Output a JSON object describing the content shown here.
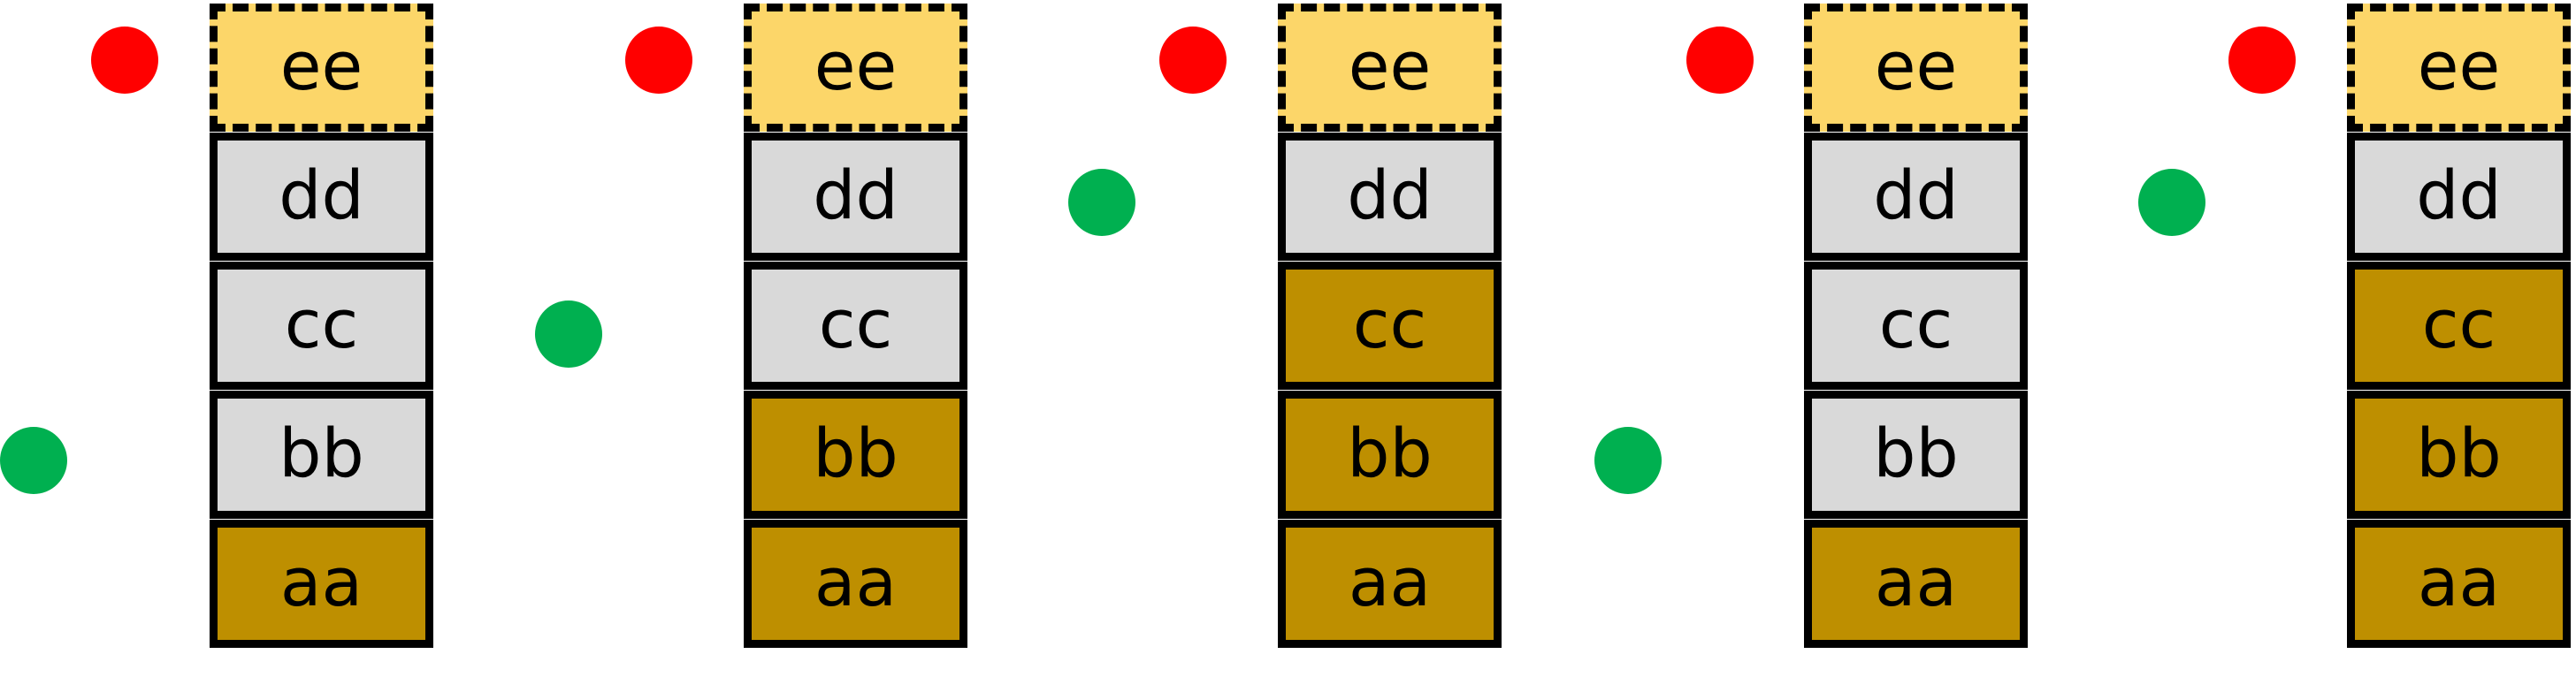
{
  "colors": {
    "top": "#fcd669",
    "active": "#be8f00",
    "inactive": "#d9d9d9",
    "red_dot": "#ff0000",
    "green_dot": "#00b050",
    "border": "#000000"
  },
  "stacks": [
    {
      "cells": [
        {
          "label": "ee",
          "state": "top"
        },
        {
          "label": "dd",
          "state": "inactive"
        },
        {
          "label": "cc",
          "state": "inactive"
        },
        {
          "label": "bb",
          "state": "inactive"
        },
        {
          "label": "aa",
          "state": "active"
        }
      ],
      "red_dot_row": "ee",
      "green_dot_row": "bb"
    },
    {
      "cells": [
        {
          "label": "ee",
          "state": "top"
        },
        {
          "label": "dd",
          "state": "inactive"
        },
        {
          "label": "cc",
          "state": "inactive"
        },
        {
          "label": "bb",
          "state": "active"
        },
        {
          "label": "aa",
          "state": "active"
        }
      ],
      "red_dot_row": "ee",
      "green_dot_row": "cc"
    },
    {
      "cells": [
        {
          "label": "ee",
          "state": "top"
        },
        {
          "label": "dd",
          "state": "inactive"
        },
        {
          "label": "cc",
          "state": "active"
        },
        {
          "label": "bb",
          "state": "active"
        },
        {
          "label": "aa",
          "state": "active"
        }
      ],
      "red_dot_row": "ee",
      "green_dot_row": "dd"
    },
    {
      "cells": [
        {
          "label": "ee",
          "state": "top"
        },
        {
          "label": "dd",
          "state": "inactive"
        },
        {
          "label": "cc",
          "state": "inactive"
        },
        {
          "label": "bb",
          "state": "inactive"
        },
        {
          "label": "aa",
          "state": "active"
        }
      ],
      "red_dot_row": "ee",
      "green_dot_row": "bb"
    },
    {
      "cells": [
        {
          "label": "ee",
          "state": "top"
        },
        {
          "label": "dd",
          "state": "inactive"
        },
        {
          "label": "cc",
          "state": "active"
        },
        {
          "label": "bb",
          "state": "active"
        },
        {
          "label": "aa",
          "state": "active"
        }
      ],
      "red_dot_row": "ee",
      "green_dot_row": "dd"
    }
  ]
}
